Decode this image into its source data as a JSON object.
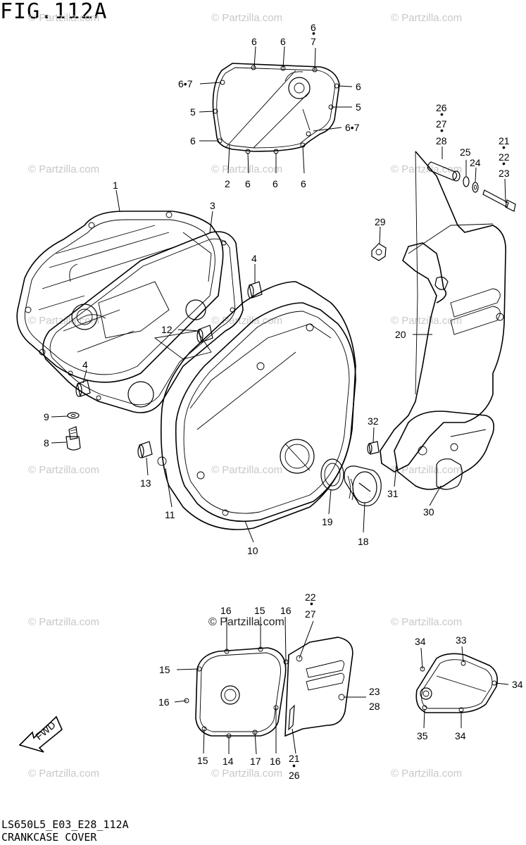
{
  "figure": {
    "title": "FIG.112A",
    "code": "LS650L5_E03_E28_112A",
    "name": "CRANKCASE COVER"
  },
  "watermark": {
    "text": "© Partzilla.com",
    "text_dark": "© Partzilla.com"
  },
  "fwd_label": "FWD",
  "callouts": {
    "c1": "1",
    "c2": "2",
    "c3": "3",
    "c4a": "4",
    "c4b": "4",
    "c5a": "5",
    "c5b": "5",
    "c6a": "6",
    "c6b": "6",
    "c6c": "6",
    "c6d": "6",
    "c6e": "6",
    "c6f": "6",
    "c6g": "6",
    "c67a": "6•7",
    "c67b": "6•7",
    "c67c_6": "6",
    "c67c_7": "7",
    "c8": "8",
    "c9": "9",
    "c10": "10",
    "c11": "11",
    "c12": "12",
    "c13": "13",
    "c14": "14",
    "c15a": "15",
    "c15b": "15",
    "c15c": "15",
    "c16a": "16",
    "c16b": "16",
    "c16c": "16",
    "c16d": "16",
    "c17": "17",
    "c18": "18",
    "c19": "19",
    "c20": "20",
    "c21a": "21",
    "c22a": "22",
    "c23a": "23",
    "c21b": "21",
    "c26b": "26",
    "c22b": "22",
    "c27b": "27",
    "c23b": "23",
    "c28b": "28",
    "c24": "24",
    "c25": "25",
    "c26": "26",
    "c27": "27",
    "c28": "28",
    "c29": "29",
    "c30": "30",
    "c31": "31",
    "c32": "32",
    "c33": "33",
    "c34a": "34",
    "c34b": "34",
    "c34c": "34",
    "c35": "35"
  }
}
